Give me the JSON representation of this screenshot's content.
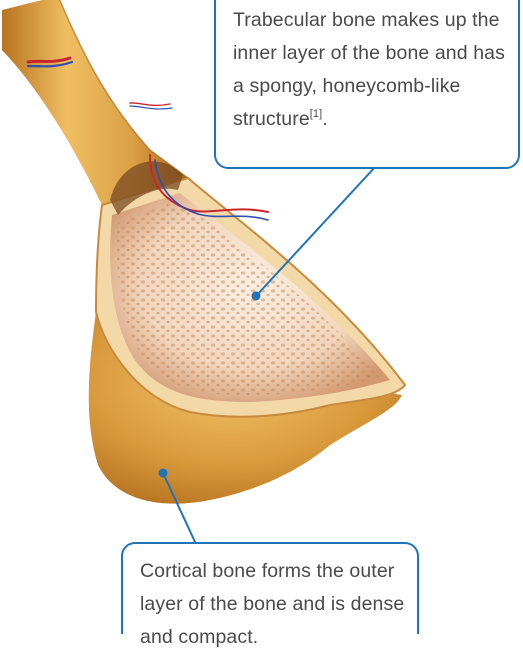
{
  "callouts": {
    "trabecular": {
      "text": "Trabecular bone makes up the inner layer of the bone and has a spongy, honeycomb-like structure",
      "reference": "[1]",
      "trailing": "."
    },
    "cortical": {
      "text": "Cortical bone forms the outer layer of the bone and is dense and compact."
    }
  },
  "colors": {
    "callout_border": "#1f73b7",
    "leader_line": "#1f73b7",
    "bone_outer": "#d89a3a",
    "trabecular_fill": "#f2d6bd",
    "text": "#4a4a4a"
  }
}
